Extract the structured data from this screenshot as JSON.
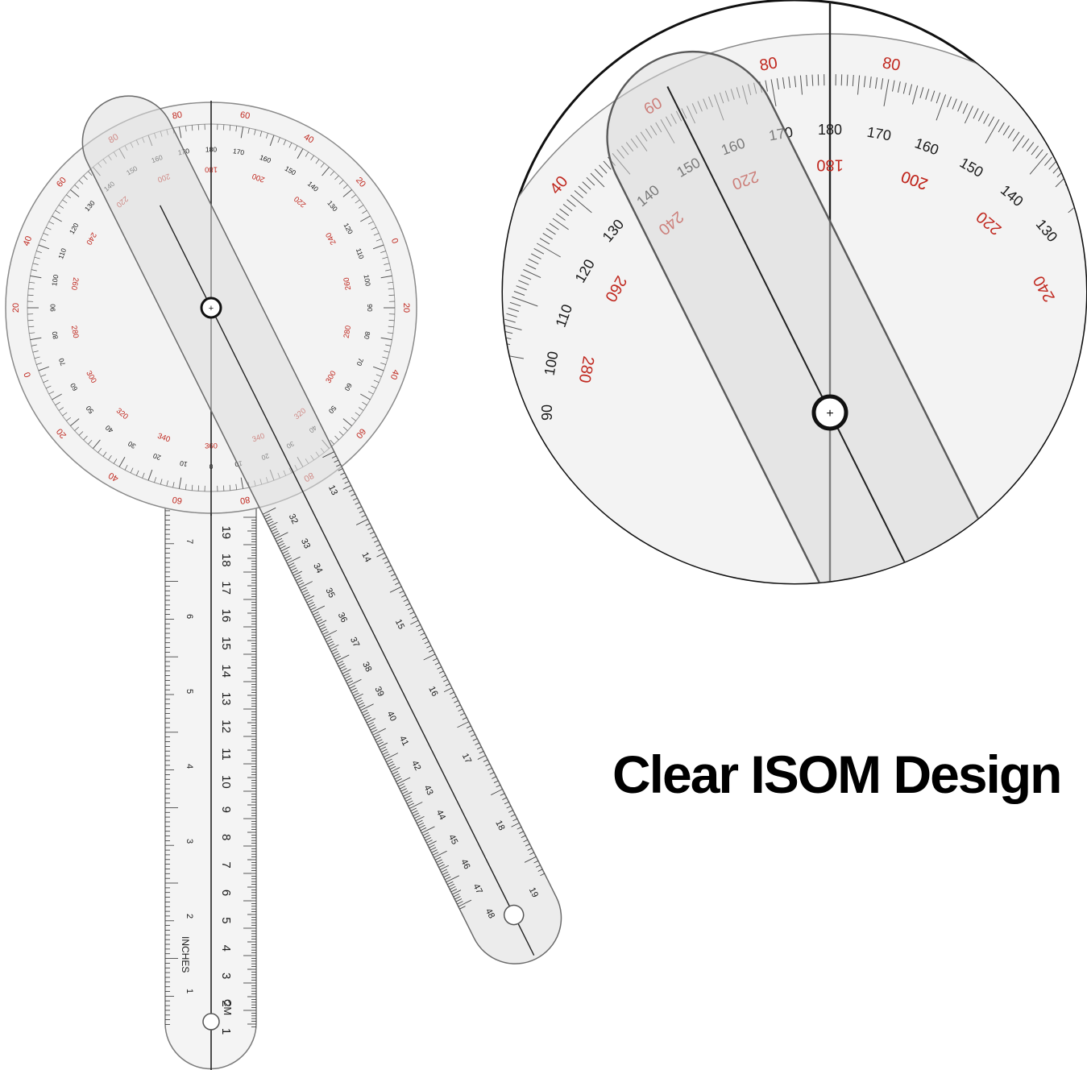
{
  "headline": "Clear ISOM Design",
  "colors": {
    "black_text": "#1a1a1a",
    "red_text": "#c0281f",
    "plastic_fill": "#f2f2f2",
    "arm_fill": "#e4e4e4",
    "outline": "#7a7a7a"
  },
  "dial": {
    "outer_labels": [
      "80",
      "60",
      "40",
      "20",
      "0",
      "20",
      "40",
      "60",
      "80",
      "80",
      "60",
      "40",
      "20",
      "0",
      "20",
      "40",
      "60",
      "80"
    ],
    "inner_black_labels": [
      "180",
      "170",
      "160",
      "150",
      "140",
      "130",
      "120",
      "110",
      "100",
      "90",
      "80",
      "70",
      "60",
      "50",
      "40",
      "30",
      "20",
      "10",
      "0",
      "10",
      "20",
      "30",
      "40",
      "50",
      "60",
      "70",
      "80",
      "90",
      "100",
      "110",
      "120",
      "130",
      "140",
      "150",
      "160",
      "170"
    ],
    "red_labels": [
      "180",
      "200",
      "220",
      "240",
      "260",
      "280",
      "300",
      "320",
      "340",
      "360",
      "340",
      "320",
      "300",
      "280",
      "260",
      "240",
      "220",
      "200"
    ]
  },
  "fixed_arm": {
    "cm_label": "CM",
    "inches_label": "INCHES",
    "cm_numbers": [
      "1",
      "2",
      "3",
      "4",
      "5",
      "6",
      "7",
      "8",
      "9",
      "10",
      "11",
      "12",
      "13",
      "14",
      "15",
      "16",
      "17",
      "18",
      "19"
    ],
    "inch_numbers": [
      "1",
      "2",
      "3",
      "4",
      "5",
      "6",
      "7"
    ]
  },
  "moving_arm": {
    "cm_numbers": [
      "32",
      "33",
      "34",
      "35",
      "36",
      "37",
      "38",
      "39",
      "40",
      "41",
      "42",
      "43",
      "44",
      "45",
      "46",
      "47",
      "48"
    ],
    "inch_numbers": [
      "13",
      "14",
      "15",
      "16",
      "17",
      "18",
      "19"
    ]
  },
  "zoom": {
    "black_labels": [
      "180",
      "170",
      "160",
      "150",
      "140",
      "130",
      "120",
      "110",
      "100",
      "90",
      "170",
      "160",
      "150",
      "140",
      "130"
    ],
    "red_labels": [
      "80",
      "80",
      "60",
      "40",
      "180",
      "200",
      "220",
      "240",
      "260",
      "280",
      "200",
      "220",
      "240"
    ]
  }
}
